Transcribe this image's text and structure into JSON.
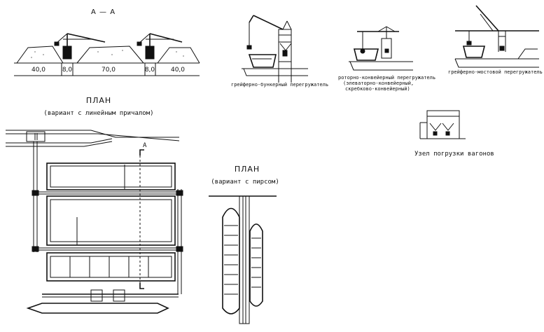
{
  "section": {
    "title": "А — А",
    "dimensions": [
      "40,0",
      "8,0",
      "70,0",
      "8,0",
      "40,0"
    ]
  },
  "equipment": {
    "grab_bunker": "грейферно-бункерный перегружатель",
    "rotor_conveyor": {
      "line1": "роторно-конвейерный перегружатель",
      "line2": "(элеваторно-конвейерный,",
      "line3": "скребково-конвейерный)"
    },
    "grab_bridge": "грейферно-мостовой перегружатель",
    "wagon_loading": "Узел погрузки вагонов"
  },
  "plan_linear": {
    "title": "ПЛАН",
    "subtitle": "(вариант с линейным причалом)",
    "section_mark": "А"
  },
  "plan_pier": {
    "title": "ПЛАН",
    "subtitle": "(вариант с пирсом)"
  }
}
